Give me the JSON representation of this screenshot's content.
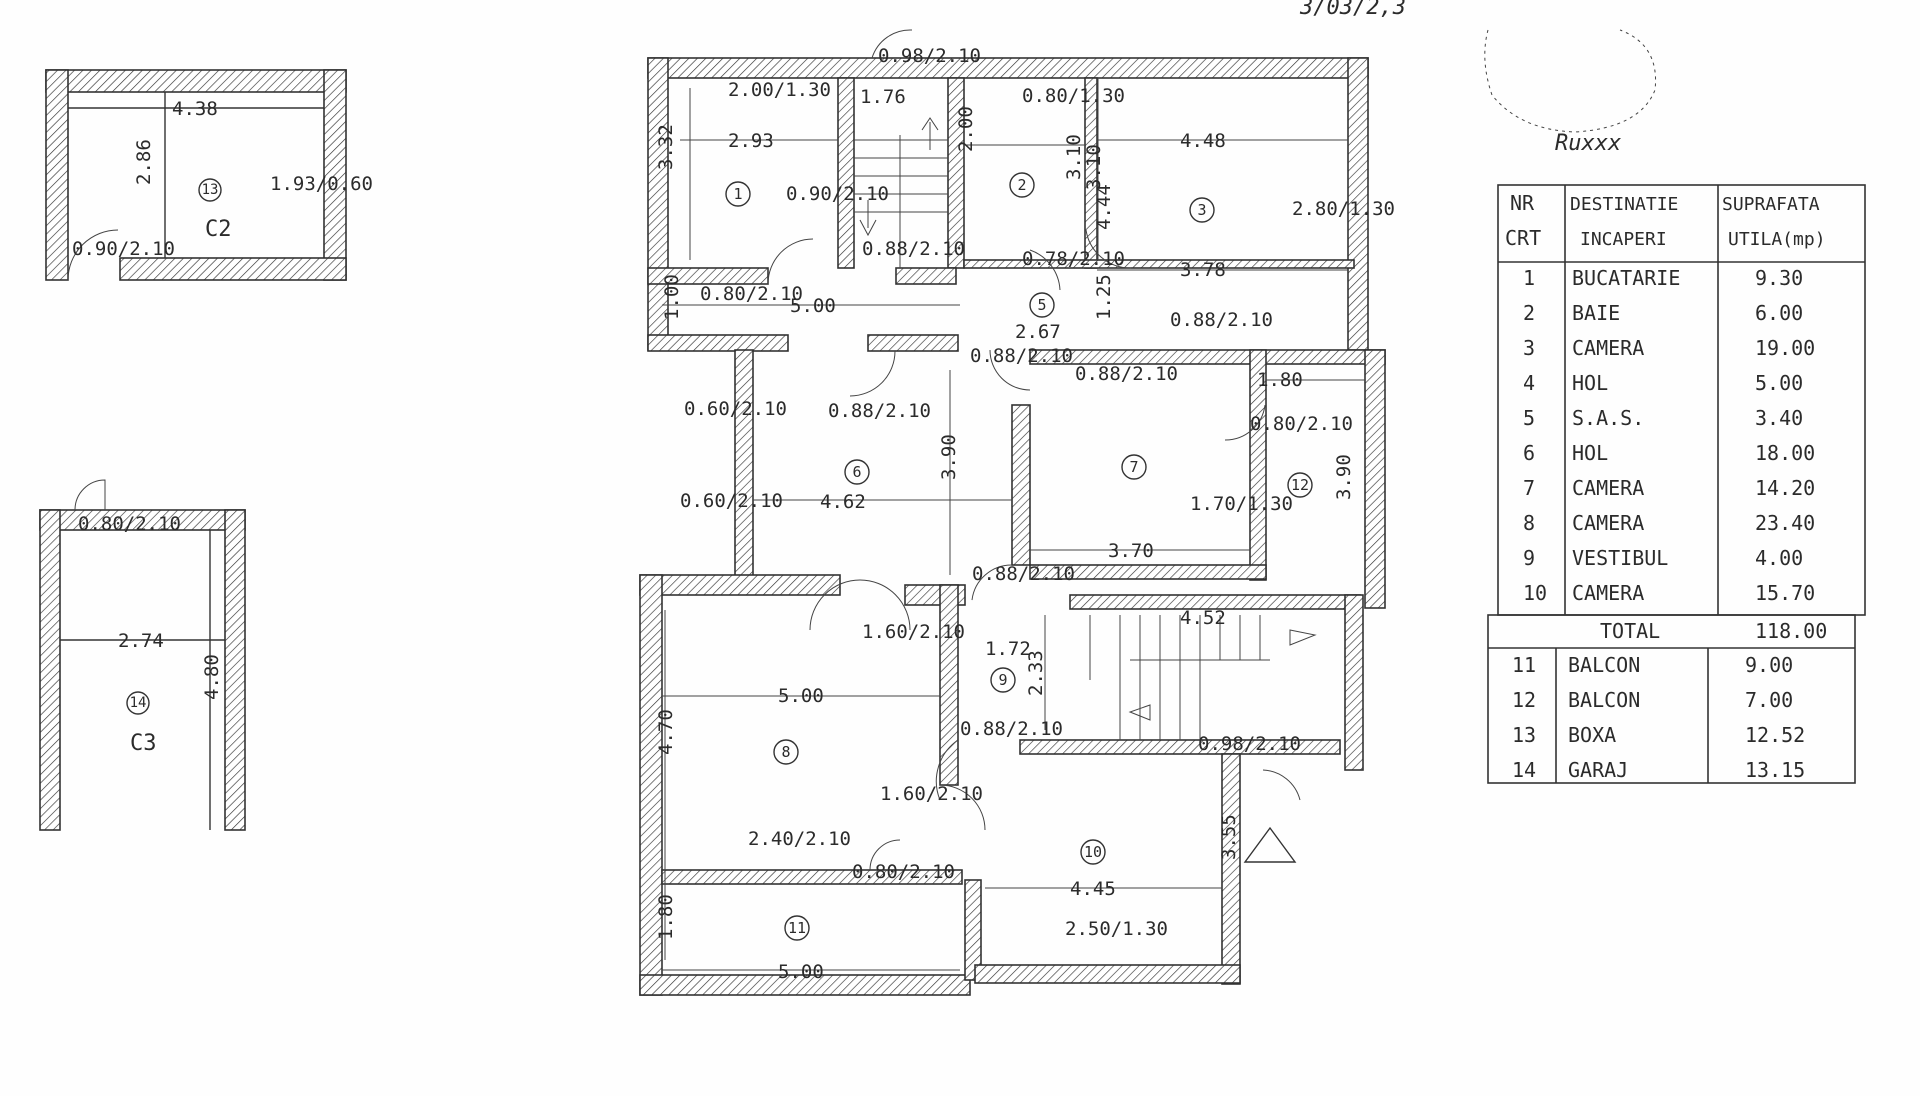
{
  "header": {
    "doc_ref": "3/03/2,3",
    "signature": "Ruxxx"
  },
  "annex_c2": {
    "label": "C2",
    "room_num": "13",
    "dims": {
      "width": "4.38",
      "depth": "2.86",
      "window": "1.93/0.60",
      "door": "0.90/2.10"
    }
  },
  "annex_c3": {
    "label": "C3",
    "room_num": "14",
    "dims": {
      "width": "2.74",
      "depth": "4.80",
      "door": "0.80/2.10"
    }
  },
  "main_plan": {
    "rooms": [
      {
        "num": "1"
      },
      {
        "num": "2"
      },
      {
        "num": "3"
      },
      {
        "num": "5"
      },
      {
        "num": "6"
      },
      {
        "num": "7"
      },
      {
        "num": "8"
      },
      {
        "num": "9"
      },
      {
        "num": "10"
      },
      {
        "num": "11"
      },
      {
        "num": "12"
      }
    ],
    "dimensions": [
      "0.98/2.10",
      "1.76",
      "2.00/1.30",
      "2.93",
      "3.32",
      "0.90/2.10",
      "0.88/2.10",
      "0.80/1.30",
      "2.00",
      "3.10",
      "4.48",
      "3.10",
      "4.44",
      "2.80/1.30",
      "3.78",
      "0.78/2.10",
      "1.25",
      "0.88/2.10",
      "1.00",
      "0.80/2.10",
      "5.00",
      "2.67",
      "0.88/2.10",
      "0.88/2.10",
      "1.80",
      "0.60/2.10",
      "0.88/2.10",
      "0.80/2.10",
      "4.62",
      "3.90",
      "1.70/1.30",
      "3.90",
      "0.60/2.10",
      "3.70",
      "0.88/2.10",
      "4.52",
      "1.60/2.10",
      "1.72",
      "2.33",
      "5.00",
      "4.70",
      "0.88/2.10",
      "0.98/2.10",
      "1.60/2.10",
      "3.55",
      "2.40/2.10",
      "0.80/2.10",
      "4.45",
      "1.80",
      "2.50/1.30",
      "5.00"
    ]
  },
  "table": {
    "headers": [
      "NR CRT",
      "DESTINATIE INCAPERI",
      "SUPRAFATA UTILA(mp)"
    ],
    "rows": [
      [
        "1",
        "BUCATARIE",
        "9.30"
      ],
      [
        "2",
        "BAIE",
        "6.00"
      ],
      [
        "3",
        "CAMERA",
        "19.00"
      ],
      [
        "4",
        "HOL",
        "5.00"
      ],
      [
        "5",
        "S.A.S.",
        "3.40"
      ],
      [
        "6",
        "HOL",
        "18.00"
      ],
      [
        "7",
        "CAMERA",
        "14.20"
      ],
      [
        "8",
        "CAMERA",
        "23.40"
      ],
      [
        "9",
        "VESTIBUL",
        "4.00"
      ],
      [
        "10",
        "CAMERA",
        "15.70"
      ]
    ],
    "total_label": "TOTAL",
    "total_value": "118.00",
    "extra_rows": [
      [
        "11",
        "BALCON",
        "9.00"
      ],
      [
        "12",
        "BALCON",
        "7.00"
      ],
      [
        "13",
        "BOXA",
        "12.52"
      ],
      [
        "14",
        "GARAJ",
        "13.15"
      ]
    ]
  }
}
